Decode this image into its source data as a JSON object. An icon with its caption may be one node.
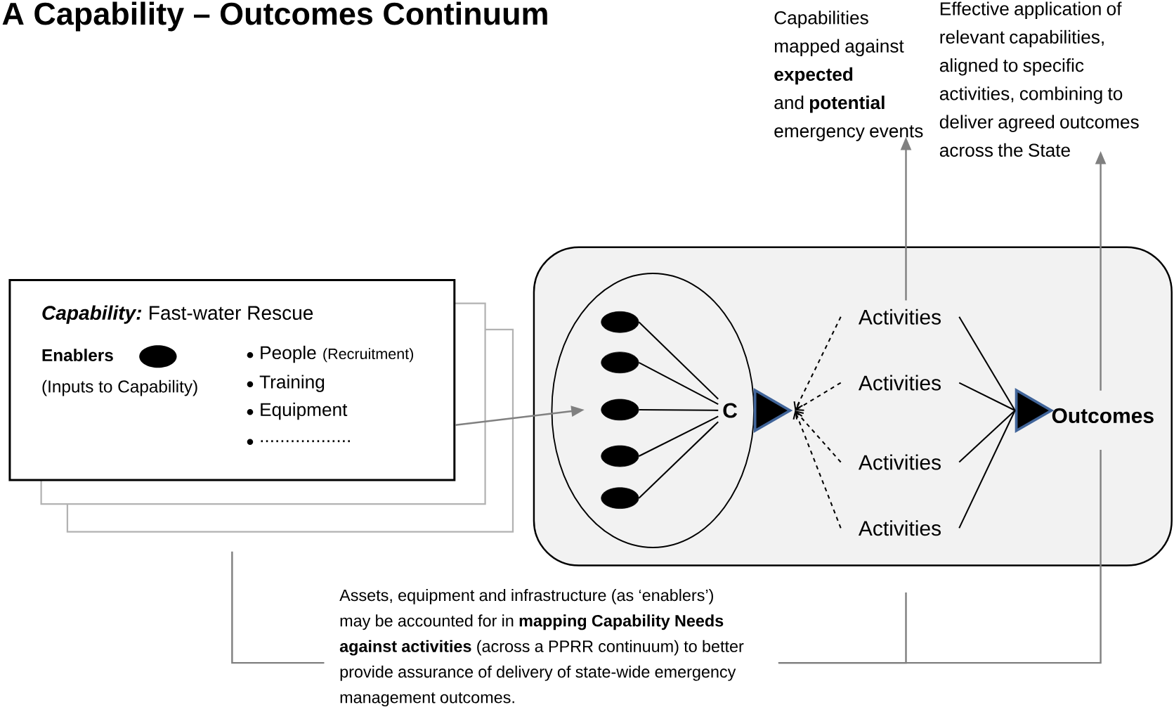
{
  "diagram": {
    "title": "A Capability – Outcomes Continuum",
    "nodes": [
      {
        "text": [
          "Capability:",
          "Fast-water Rescue",
          "Enablers",
          "(Inputs to Capability)",
          "People",
          "(Recruitment)",
          "Training",
          "Equipment",
          ".................."
        ]
      },
      {
        "text": [],
        "shape": "box"
      },
      {
        "text": [],
        "shape": "ellipse",
        "in": 1
      },
      {
        "text": [],
        "shape": "ellipse",
        "in": 2
      },
      {
        "text": [],
        "shape": "ellipse",
        "in": 2
      },
      {
        "text": [],
        "shape": "ellipse",
        "in": 2
      },
      {
        "text": [],
        "shape": "ellipse",
        "in": 2
      },
      {
        "text": [],
        "shape": "ellipse",
        "in": 2
      },
      {
        "text": [
          "C"
        ],
        "in": 2
      },
      {
        "text": [],
        "shape": "triangle",
        "in": 1
      },
      {
        "text": [
          "Activities"
        ],
        "in": 1
      },
      {
        "text": [
          "Activities"
        ],
        "in": 1
      },
      {
        "text": [
          "Activities"
        ],
        "in": 1
      },
      {
        "text": [
          "Activities"
        ],
        "in": 1
      },
      {
        "text": [],
        "shape": "triangle",
        "in": 1
      },
      {
        "text": [
          "Outcomes"
        ],
        "in": 1
      },
      {
        "text": [
          "Capabilities mapped against **expected** and **potential** emergency events"
        ]
      },
      {
        "text": [
          "Effective application of relevant capabilities, aligned to specific activities, combining to deliver agreed outcomes across the State"
        ]
      },
      {
        "text": [
          "Assets, equipment and infrastructure (as ‘enablers’) may be accounted for in **mapping Capability Needs against activities** (across a PPRR continuum) to better provide assurance of delivery of state-wide emergency management outcomes."
        ]
      }
    ],
    "edges": [
      {
        "from": 0,
        "to": 5,
        "arrow": "to",
        "color": "#808080"
      },
      {
        "from": 3,
        "to": 8,
        "arrow": "none"
      },
      {
        "from": 4,
        "to": 8,
        "arrow": "none"
      },
      {
        "from": 5,
        "to": 8,
        "arrow": "none"
      },
      {
        "from": 6,
        "to": 8,
        "arrow": "none"
      },
      {
        "from": 7,
        "to": 8,
        "arrow": "none"
      },
      {
        "from": 10,
        "to": 9,
        "arrow": "to",
        "style": "dashed"
      },
      {
        "from": 11,
        "to": 9,
        "arrow": "to",
        "style": "dashed"
      },
      {
        "from": 12,
        "to": 9,
        "arrow": "to",
        "style": "dashed"
      },
      {
        "from": 13,
        "to": 9,
        "arrow": "to",
        "style": "dashed"
      },
      {
        "from": 10,
        "to": 14,
        "arrow": "none"
      },
      {
        "from": 11,
        "to": 14,
        "arrow": "none"
      },
      {
        "from": 12,
        "to": 14,
        "arrow": "none"
      },
      {
        "from": 13,
        "to": 14,
        "arrow": "none"
      },
      {
        "from": 10,
        "to": 16,
        "arrow": "to",
        "color": "#808080"
      },
      {
        "from": 15,
        "to": 17,
        "arrow": "to",
        "color": "#808080"
      },
      {
        "from": 0,
        "to": 18,
        "arrow": "none",
        "color": "#808080"
      },
      {
        "from": 1,
        "to": 18,
        "arrow": "none",
        "color": "#808080"
      },
      {
        "from": 15,
        "to": 18,
        "arrow": "none",
        "color": "#808080"
      }
    ]
  }
}
